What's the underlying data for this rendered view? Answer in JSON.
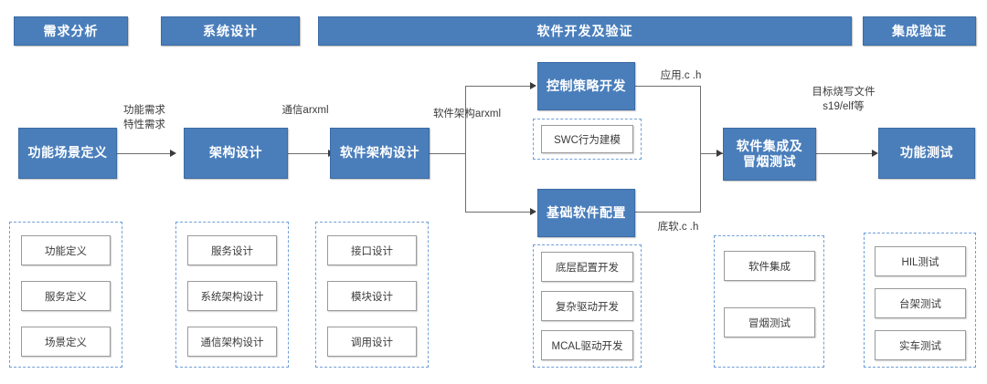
{
  "diagram": {
    "title": "Automotive software development V-process flow",
    "colors": {
      "process_fill": "#4a7ebb",
      "process_border": "#3c6ba5",
      "group_dashed_border": "#6f9fd8",
      "sub_box_border": "#9a9a9a",
      "connector": "#6e6e6e",
      "text_on_blue": "#ffffff",
      "text_dark": "#3b3b3b"
    }
  },
  "phases": [
    {
      "id": "phase-requirement",
      "label": "需求分析"
    },
    {
      "id": "phase-system-design",
      "label": "系统设计"
    },
    {
      "id": "phase-software-dev",
      "label": "软件开发及验证"
    },
    {
      "id": "phase-integration",
      "label": "集成验证"
    }
  ],
  "processes": [
    {
      "id": "func-scenario-definition",
      "label": "功能场景定义"
    },
    {
      "id": "architecture-design",
      "label": "架构设计"
    },
    {
      "id": "software-architecture-design",
      "label": "软件架构设计"
    },
    {
      "id": "control-strategy-development",
      "label": "控制策略开发"
    },
    {
      "id": "basic-software-configuration",
      "label": "基础软件配置"
    },
    {
      "id": "software-integration-smoke-test",
      "label": "软件集成及\n冒烟测试",
      "line1": "软件集成及",
      "line2": "冒烟测试"
    },
    {
      "id": "function-test",
      "label": "功能测试"
    }
  ],
  "edge_labels": [
    {
      "id": "req-label",
      "line1": "功能需求",
      "line2": "特性需求"
    },
    {
      "id": "comm-arxml-label",
      "line1": "通信arxml",
      "line2": ""
    },
    {
      "id": "swarch-arxml-label",
      "line1": "软件架构arxml",
      "line2": ""
    },
    {
      "id": "app-ch-label",
      "line1": "应用.c .h",
      "line2": ""
    },
    {
      "id": "bsw-ch-label",
      "line1": "底软.c .h",
      "line2": ""
    },
    {
      "id": "flash-file-label",
      "line1": "目标烧写文件",
      "line2": "s19/elf等"
    }
  ],
  "groups": [
    {
      "id": "group-requirement-definitions",
      "items": [
        {
          "label": "功能定义"
        },
        {
          "label": "服务定义"
        },
        {
          "label": "场景定义"
        }
      ]
    },
    {
      "id": "group-system-design-items",
      "items": [
        {
          "label": "服务设计"
        },
        {
          "label": "系统架构设计"
        },
        {
          "label": "通信架构设计"
        }
      ]
    },
    {
      "id": "group-software-architecture-items",
      "items": [
        {
          "label": "接口设计"
        },
        {
          "label": "模块设计"
        },
        {
          "label": "调用设计"
        }
      ]
    },
    {
      "id": "group-swc-modeling",
      "items": [
        {
          "label": "SWC行为建模"
        }
      ]
    },
    {
      "id": "group-basic-software-items",
      "items": [
        {
          "label": "底层配置开发"
        },
        {
          "label": "复杂驱动开发"
        },
        {
          "label": "MCAL驱动开发"
        }
      ]
    },
    {
      "id": "group-integration-items",
      "items": [
        {
          "label": "软件集成"
        },
        {
          "label": "冒烟测试"
        }
      ]
    },
    {
      "id": "group-verification-items",
      "items": [
        {
          "label": "HIL测试"
        },
        {
          "label": "台架测试"
        },
        {
          "label": "实车测试"
        }
      ]
    }
  ]
}
